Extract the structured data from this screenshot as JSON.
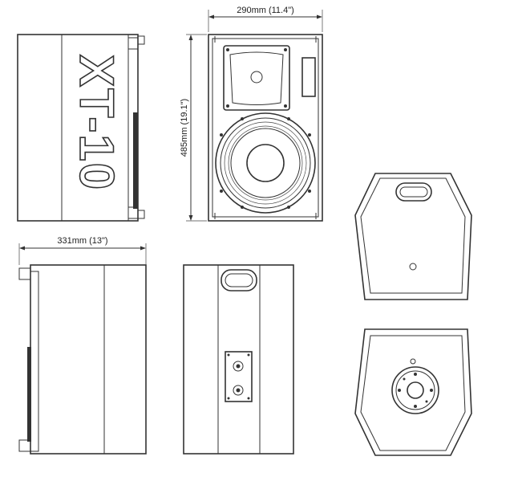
{
  "dimensions": {
    "width": "290mm  (11.4\")",
    "height": "485mm  (19.1\")",
    "depth": "331mm  (13\")"
  },
  "logo": {
    "model": "XT-10"
  },
  "colors": {
    "line": "#333333",
    "background": "#ffffff"
  }
}
